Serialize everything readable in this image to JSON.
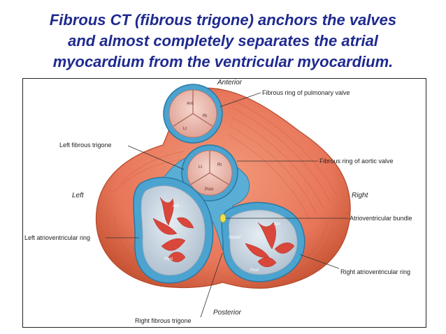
{
  "title_lines": [
    "Fibrous CT (fibrous trigone) anchors the valves",
    "and almost completely separates the atrial",
    "myocardium from the ventricular myocardium."
  ],
  "figure": {
    "orientation": {
      "anterior": "Anterior",
      "posterior": "Posterior",
      "left": "Left",
      "right": "Right"
    },
    "callouts": {
      "pulmonary_ring": "Fibrous ring of pulmonary valve",
      "left_trigone": "Left fibrous trigone",
      "aortic_ring": "Fibrous ring of aortic valve",
      "av_bundle": "Atrioventricular bundle",
      "left_av_ring": "Left atrioventricular ring",
      "right_av_ring": "Right atrioventricular ring",
      "right_trigone": "Right fibrous trigone"
    },
    "cusp_labels": {
      "pulmonary": [
        "Ant",
        "Rt",
        "Lt"
      ],
      "aortic": [
        "Lt",
        "Rt",
        "Post"
      ],
      "mitral": [
        "Ant",
        "Post"
      ],
      "tricuspid": [
        "Ant",
        "Septal",
        "Post"
      ]
    },
    "colors": {
      "myocardium": "#e97a5a",
      "myocardium_dark": "#c2502f",
      "fibrous_ring": "#4ba3cf",
      "valve_cusp": "#f0c2b8",
      "orifice": "#c9d7e3",
      "chordae": "#d9463a",
      "title": "#1f2a8f"
    }
  }
}
